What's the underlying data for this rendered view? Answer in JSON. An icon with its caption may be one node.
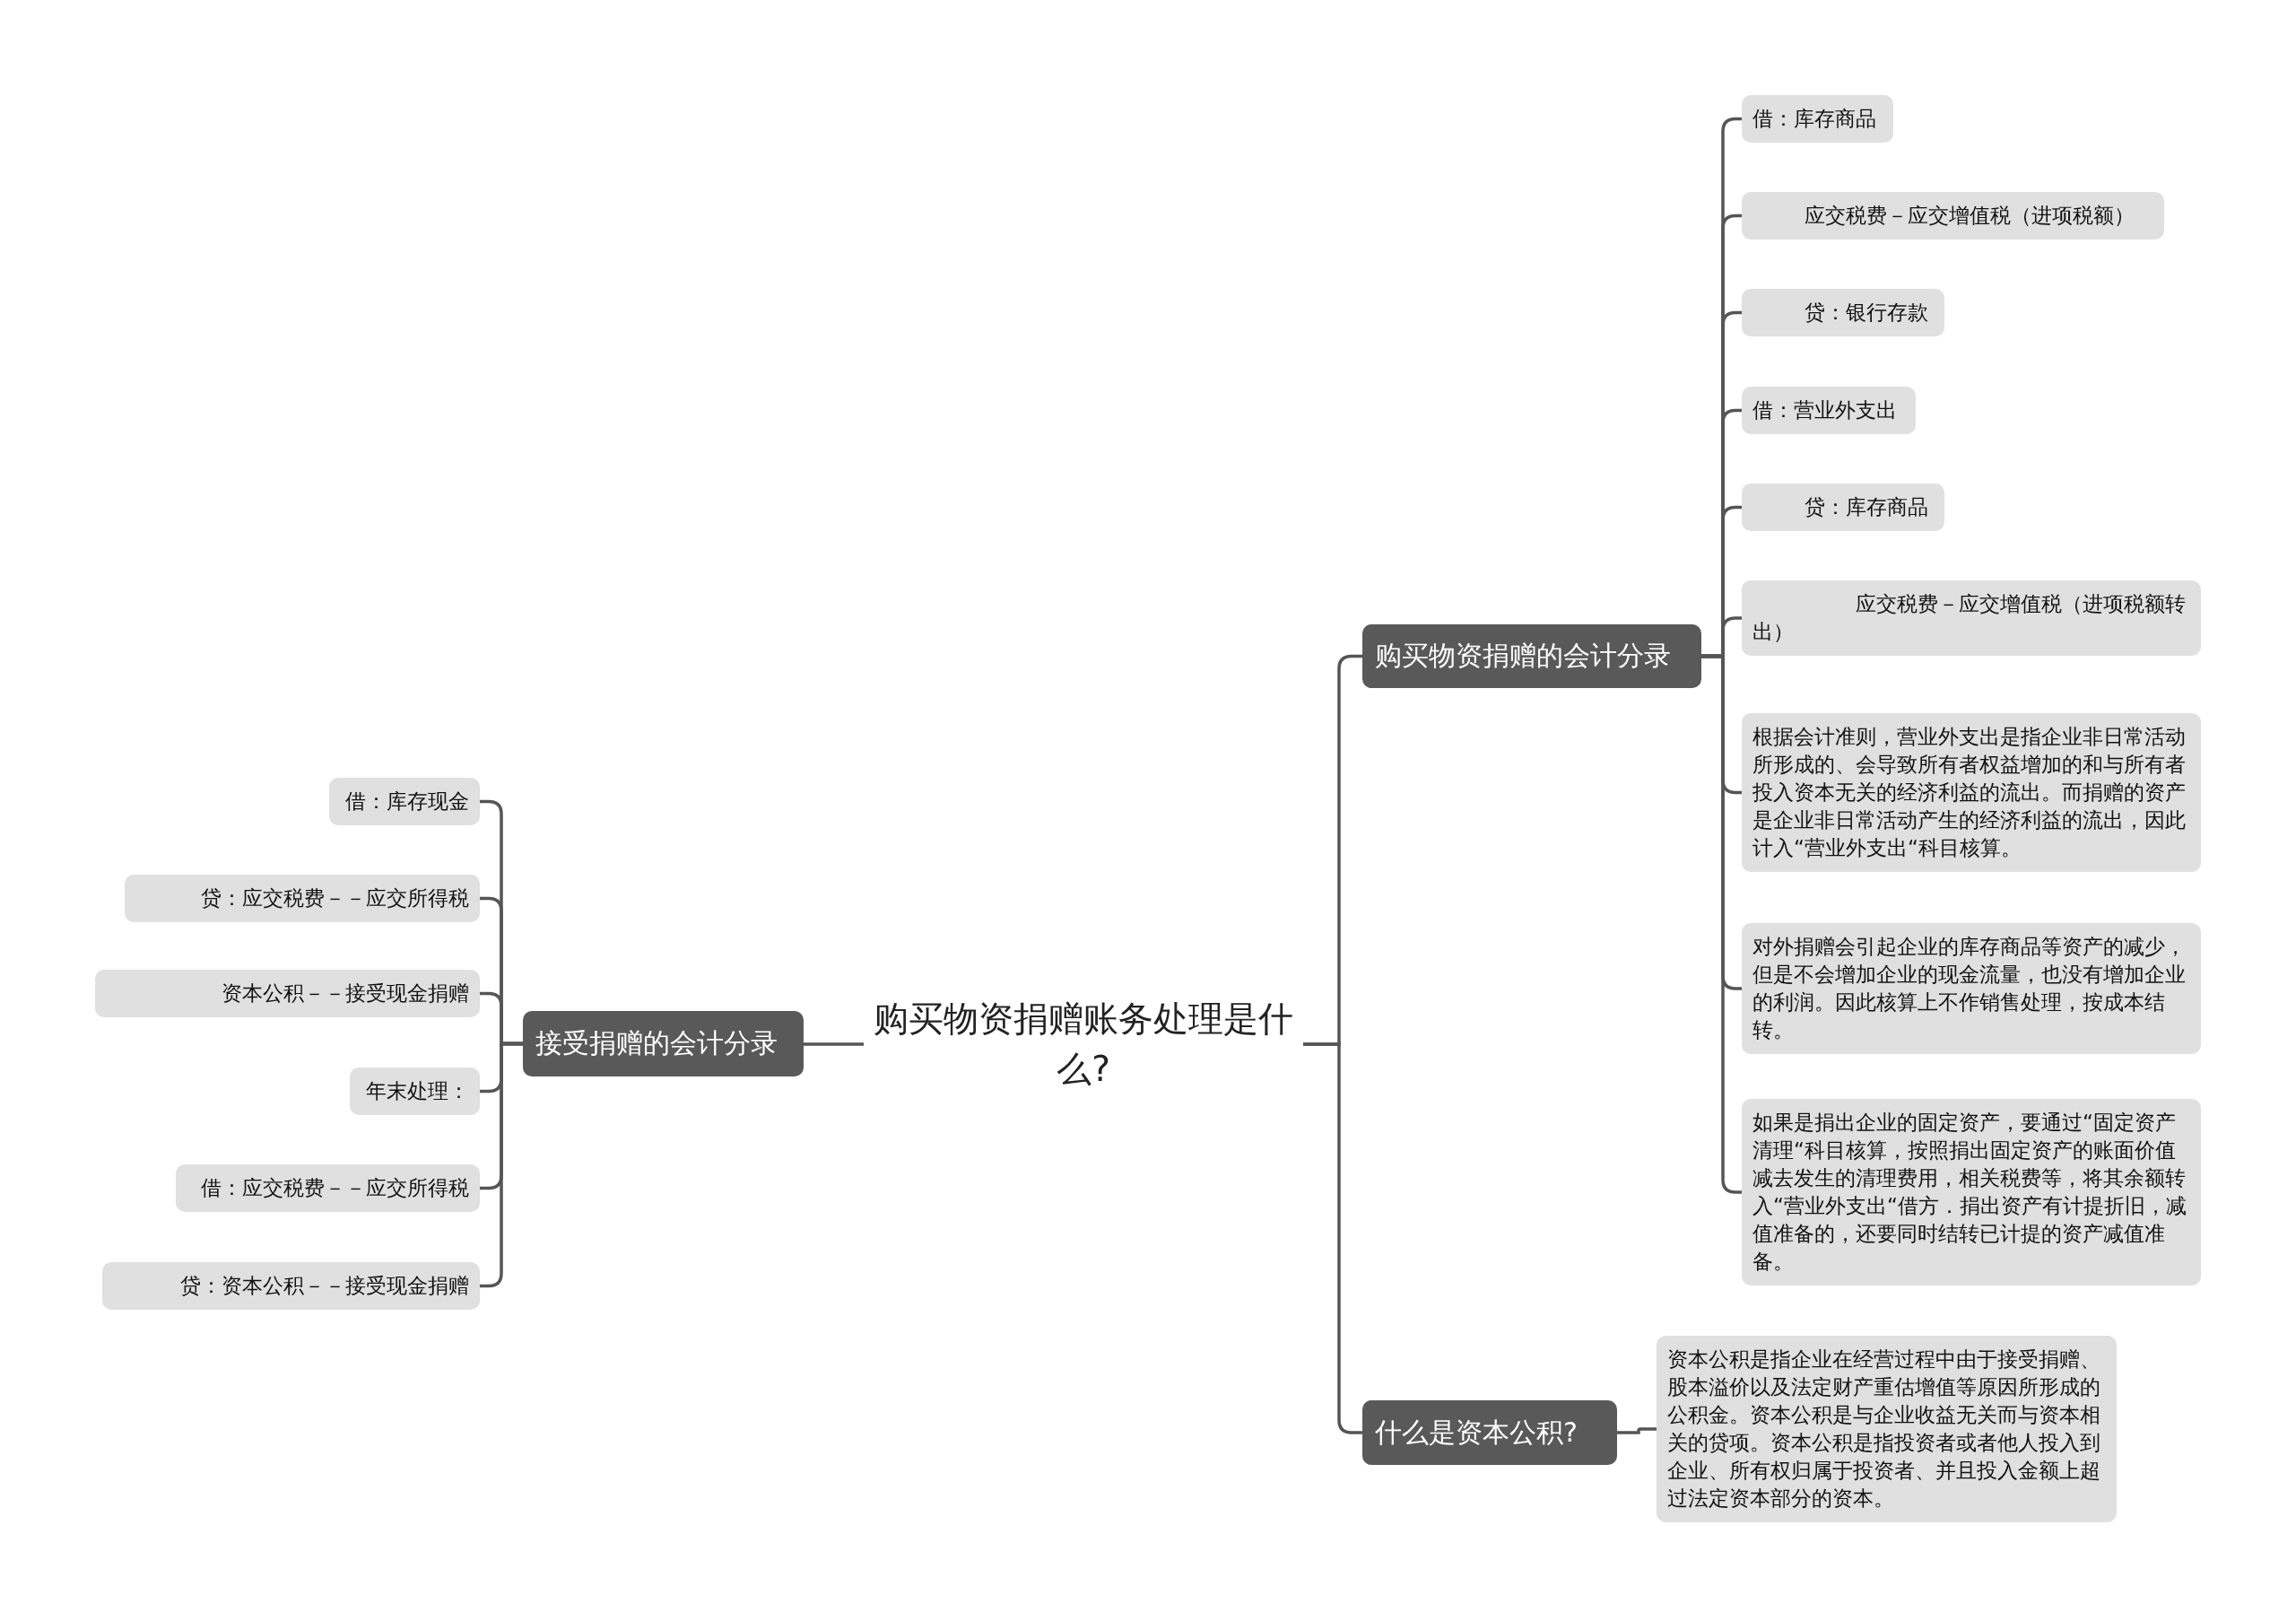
{
  "diagram": {
    "nodes": [
      {
        "text": [
          "购买物资捐赠账务处理是什么?"
        ]
      },
      {
        "text": [
          "接受捐赠的会计分录"
        ]
      },
      {
        "text": [
          "借：库存现金"
        ]
      },
      {
        "text": [
          "贷：应交税费－－应交所得税"
        ]
      },
      {
        "text": [
          "资本公积－－接受现金捐赠"
        ]
      },
      {
        "text": [
          "年末处理："
        ]
      },
      {
        "text": [
          "借：应交税费－－应交所得税"
        ]
      },
      {
        "text": [
          "贷：资本公积－－接受现金捐赠"
        ]
      },
      {
        "text": [
          "购买物资捐赠的会计分录"
        ]
      },
      {
        "text": [
          "借：库存商品"
        ]
      },
      {
        "text": [
          "应交税费－应交增值税（进项税额）"
        ]
      },
      {
        "text": [
          "贷：银行存款"
        ]
      },
      {
        "text": [
          "借：营业外支出"
        ]
      },
      {
        "text": [
          "贷：库存商品"
        ]
      },
      {
        "text": [
          "应交税费－应交增值税（进项税额转出）"
        ]
      },
      {
        "text": [
          "根据会计准则，营业外支出是指企业非日常活动所形成的、会导致所有者权益增加的和与所有者投入资本无关的经济利益的流出。而捐赠的资产是企业非日常活动产生的经济利益的流出，因此计入“营业外支出“科目核算。"
        ]
      },
      {
        "text": [
          "对外捐赠会引起企业的库存商品等资产的减少，但是不会增加企业的现金流量，也没有增加企业的利润。因此核算上不作销售处理，按成本结转。"
        ]
      },
      {
        "text": [
          "如果是捐出企业的固定资产，要通过“固定资产清理“科目核算，按照捐出固定资产的账面价值减去发生的清理费用，相关税费等，将其余额转入“营业外支出“借方．捐出资产有计提折旧，减值准备的，还要同时结转已计提的资产减值准备。"
        ]
      },
      {
        "text": [
          "什么是资本公积?"
        ]
      },
      {
        "text": [
          "资本公积是指企业在经营过程中由于接受捐赠、股本溢价以及法定财产重估增值等原因所形成的公积金。资本公积是与企业收益无关而与资本相关的贷项。资本公积是指投资者或者他人投入到企业、所有权归属于投资者、并且投入金额上超过法定资本部分的资本。"
        ]
      }
    ],
    "edges": [
      {
        "from": 0,
        "to": 1,
        "arrow": "none"
      },
      {
        "from": 1,
        "to": 2,
        "arrow": "none"
      },
      {
        "from": 1,
        "to": 3,
        "arrow": "none"
      },
      {
        "from": 1,
        "to": 4,
        "arrow": "none"
      },
      {
        "from": 1,
        "to": 5,
        "arrow": "none"
      },
      {
        "from": 1,
        "to": 6,
        "arrow": "none"
      },
      {
        "from": 1,
        "to": 7,
        "arrow": "none"
      },
      {
        "from": 0,
        "to": 8,
        "arrow": "none"
      },
      {
        "from": 8,
        "to": 9,
        "arrow": "none"
      },
      {
        "from": 8,
        "to": 10,
        "arrow": "none"
      },
      {
        "from": 8,
        "to": 11,
        "arrow": "none"
      },
      {
        "from": 8,
        "to": 12,
        "arrow": "none"
      },
      {
        "from": 8,
        "to": 13,
        "arrow": "none"
      },
      {
        "from": 8,
        "to": 14,
        "arrow": "none"
      },
      {
        "from": 8,
        "to": 15,
        "arrow": "none"
      },
      {
        "from": 8,
        "to": 16,
        "arrow": "none"
      },
      {
        "from": 8,
        "to": 17,
        "arrow": "none"
      },
      {
        "from": 0,
        "to": 18,
        "arrow": "none"
      },
      {
        "from": 18,
        "to": 19,
        "arrow": "none"
      }
    ]
  }
}
